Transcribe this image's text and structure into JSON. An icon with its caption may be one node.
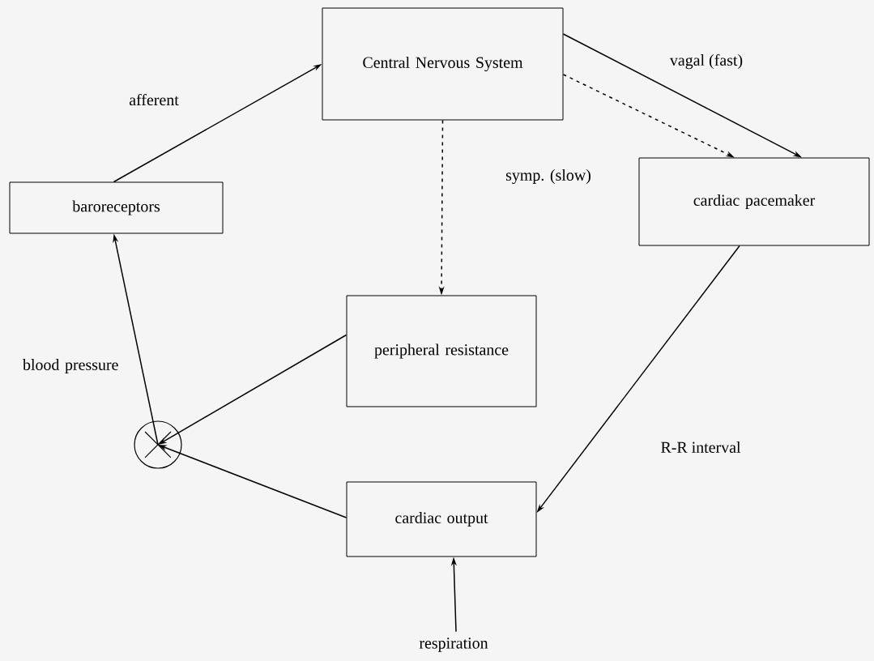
{
  "diagram": {
    "nodes": [
      {
        "text": [
          "Central Nervous System"
        ]
      },
      {
        "text": [
          "baroreceptors"
        ]
      },
      {
        "text": [
          "cardiac pacemaker"
        ]
      },
      {
        "text": [
          "peripheral resistance"
        ]
      },
      {
        "text": [],
        "shape": "circle"
      },
      {
        "text": [
          "cardiac output"
        ]
      },
      {
        "text": [
          "respiration"
        ]
      }
    ],
    "edges": [
      {
        "from": 1,
        "to": 0,
        "arrow": "to",
        "label": "afferent"
      },
      {
        "from": 0,
        "to": 2,
        "arrow": "to",
        "label": "vagal (fast)"
      },
      {
        "from": 0,
        "to": 2,
        "arrow": "to",
        "style": "dashed"
      },
      {
        "from": 0,
        "to": 3,
        "arrow": "to",
        "style": "dashed",
        "label": "symp. (slow)"
      },
      {
        "from": 3,
        "to": 4,
        "arrow": "to"
      },
      {
        "from": 5,
        "to": 4,
        "arrow": "to"
      },
      {
        "from": 4,
        "to": 1,
        "arrow": "to",
        "label": "blood pressure"
      },
      {
        "from": 2,
        "to": 5,
        "arrow": "to",
        "label": "R-R interval"
      },
      {
        "from": 6,
        "to": 5,
        "arrow": "to"
      }
    ]
  }
}
